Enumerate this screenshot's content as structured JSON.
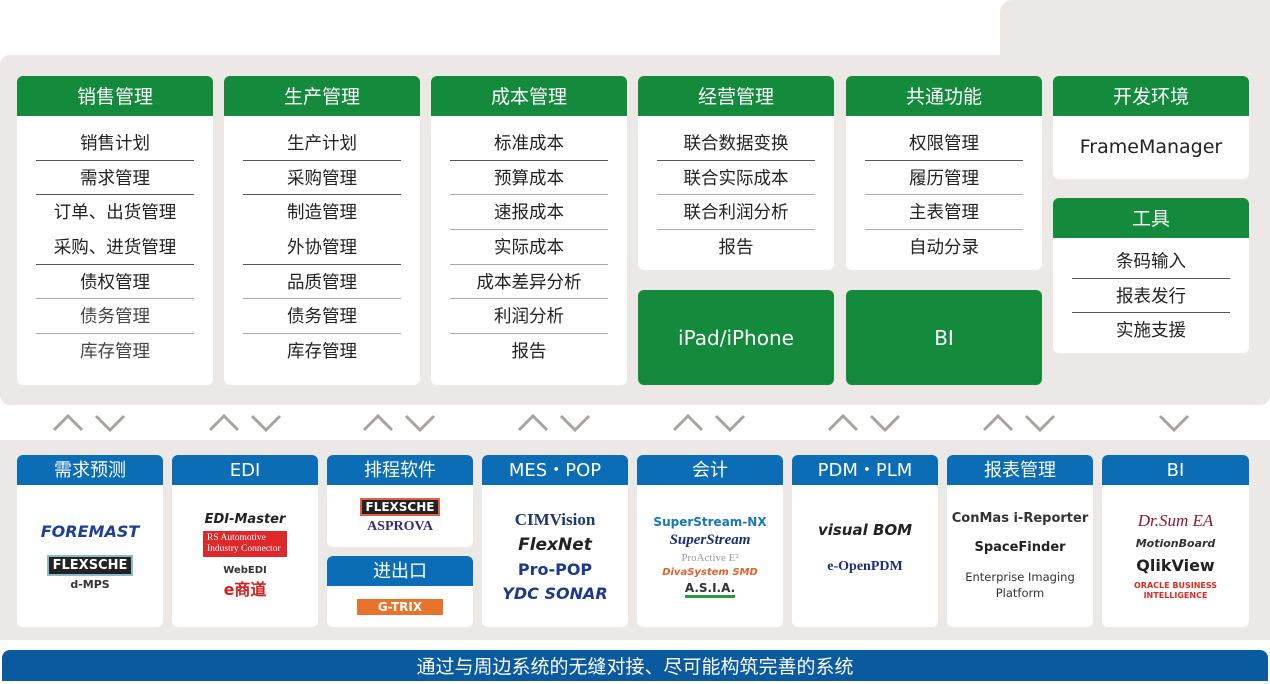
{
  "colors": {
    "green": "#138a3c",
    "blue": "#0a6db5",
    "banner": "#0a5aa0",
    "panel": "#ebe8e5"
  },
  "modules": [
    {
      "title": "销售管理",
      "items": [
        "销售计划",
        "需求管理",
        "订单、出货管理",
        "采购、进货管理",
        "债权管理",
        "债务管理",
        "库存管理"
      ]
    },
    {
      "title": "生产管理",
      "items": [
        "生产计划",
        "采购管理",
        "制造管理",
        "外协管理",
        "品质管理",
        "债务管理",
        "库存管理"
      ]
    },
    {
      "title": "成本管理",
      "items": [
        "标准成本",
        "预算成本",
        "速报成本",
        "实际成本",
        "成本差异分析",
        "利润分析",
        "报告"
      ]
    },
    {
      "title": "经营管理",
      "items": [
        "联合数据变换",
        "联合实际成本",
        "联合利润分析",
        "报告"
      ]
    },
    {
      "title": "共通功能",
      "items": [
        "权限管理",
        "履历管理",
        "主表管理",
        "自动分录"
      ]
    },
    {
      "title": "开发环境",
      "items": [
        "FrameManager"
      ]
    },
    {
      "title": "工具",
      "items": [
        "条码输入",
        "报表发行",
        "实施支援"
      ]
    }
  ],
  "mobile": "iPad/iPhone",
  "bi_module": "BI",
  "systems": [
    {
      "title": "需求预测",
      "logos": [
        "FOREMAST",
        "FLEXSCHE",
        "d-MPS"
      ]
    },
    {
      "title": "EDI",
      "logos": [
        "EDI-Master",
        "RS Automotive Industry Connector",
        "WebEDI",
        "e商道"
      ]
    },
    {
      "title": "排程软件",
      "logos": [
        "FLEXSCHE",
        "ASPROVA"
      ]
    },
    {
      "title": "进出口",
      "logos": [
        "G-TRIX"
      ]
    },
    {
      "title": "MES・POP",
      "logos": [
        "CIMVision",
        "FlexNet",
        "Pro-POP",
        "YDC SONAR"
      ]
    },
    {
      "title": "会计",
      "logos": [
        "SuperStream-NX",
        "SuperStream",
        "ProActive E²",
        "DivaSystem SMD",
        "A.S.I.A."
      ]
    },
    {
      "title": "PDM・PLM",
      "logos": [
        "visual BOM",
        "e-OpenPDM"
      ]
    },
    {
      "title": "报表管理",
      "logos": [
        "ConMas i-Reporter",
        "SpaceFinder",
        "Enterprise Imaging Platform"
      ]
    },
    {
      "title": "BI",
      "logos": [
        "Dr.Sum EA",
        "MotionBoard",
        "QlikView",
        "ORACLE BUSINESS INTELLIGENCE"
      ]
    }
  ],
  "banner": "通过与周边系统的无缝对接、尽可能构筑完善的系统"
}
